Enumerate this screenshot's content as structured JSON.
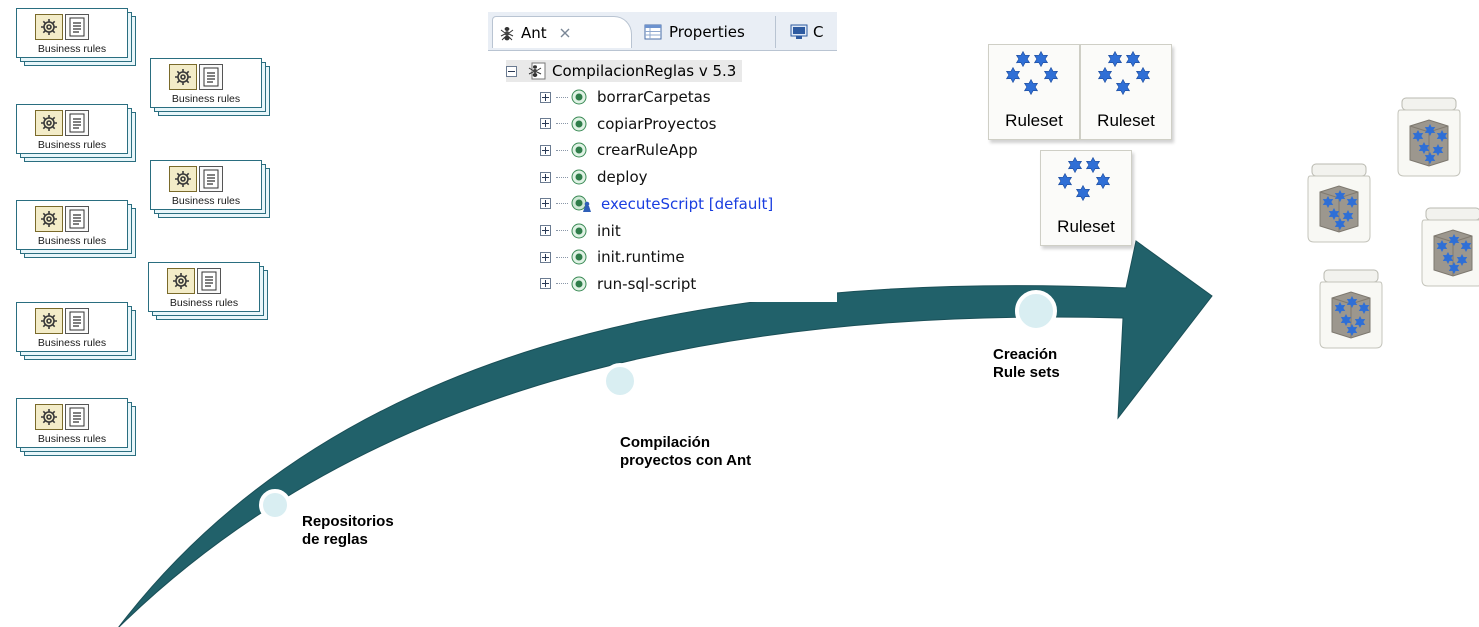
{
  "colors": {
    "arrow": "#21616a",
    "node_fill": "#d9eef2",
    "node_stroke": "#ffffff",
    "doc_border": "#2a6e80",
    "star_blue": "#2f6fd6",
    "selected_text": "#1a3ee0"
  },
  "stages": [
    {
      "label": "Repositorios\nde reglas"
    },
    {
      "label": "Compilación\nproyectos con Ant"
    },
    {
      "label": "Creación\nRule sets"
    }
  ],
  "business_rules": {
    "caption": "Business rules",
    "icons": [
      "gear-icon",
      "document-icon"
    ]
  },
  "ant_view": {
    "tabs": [
      {
        "label": "Ant",
        "icon": "ant-icon",
        "close_icon": "close-icon"
      },
      {
        "label": "Properties",
        "icon": "properties-icon"
      },
      {
        "label": "C",
        "icon": "console-icon"
      }
    ],
    "project": "CompilacionReglas v 5.3",
    "targets": [
      {
        "label": "borrarCarpetas",
        "is_default": false
      },
      {
        "label": "copiarProyectos",
        "is_default": false
      },
      {
        "label": "crearRuleApp",
        "is_default": false
      },
      {
        "label": "deploy",
        "is_default": false
      },
      {
        "label": "executeScript [default]",
        "is_default": true
      },
      {
        "label": "init",
        "is_default": false
      },
      {
        "label": "init.runtime",
        "is_default": false
      },
      {
        "label": "run-sql-script",
        "is_default": false
      }
    ]
  },
  "rulesets": {
    "label": "Ruleset",
    "icon": "stars-icon"
  },
  "repository": {
    "icon": "jar-icon"
  }
}
